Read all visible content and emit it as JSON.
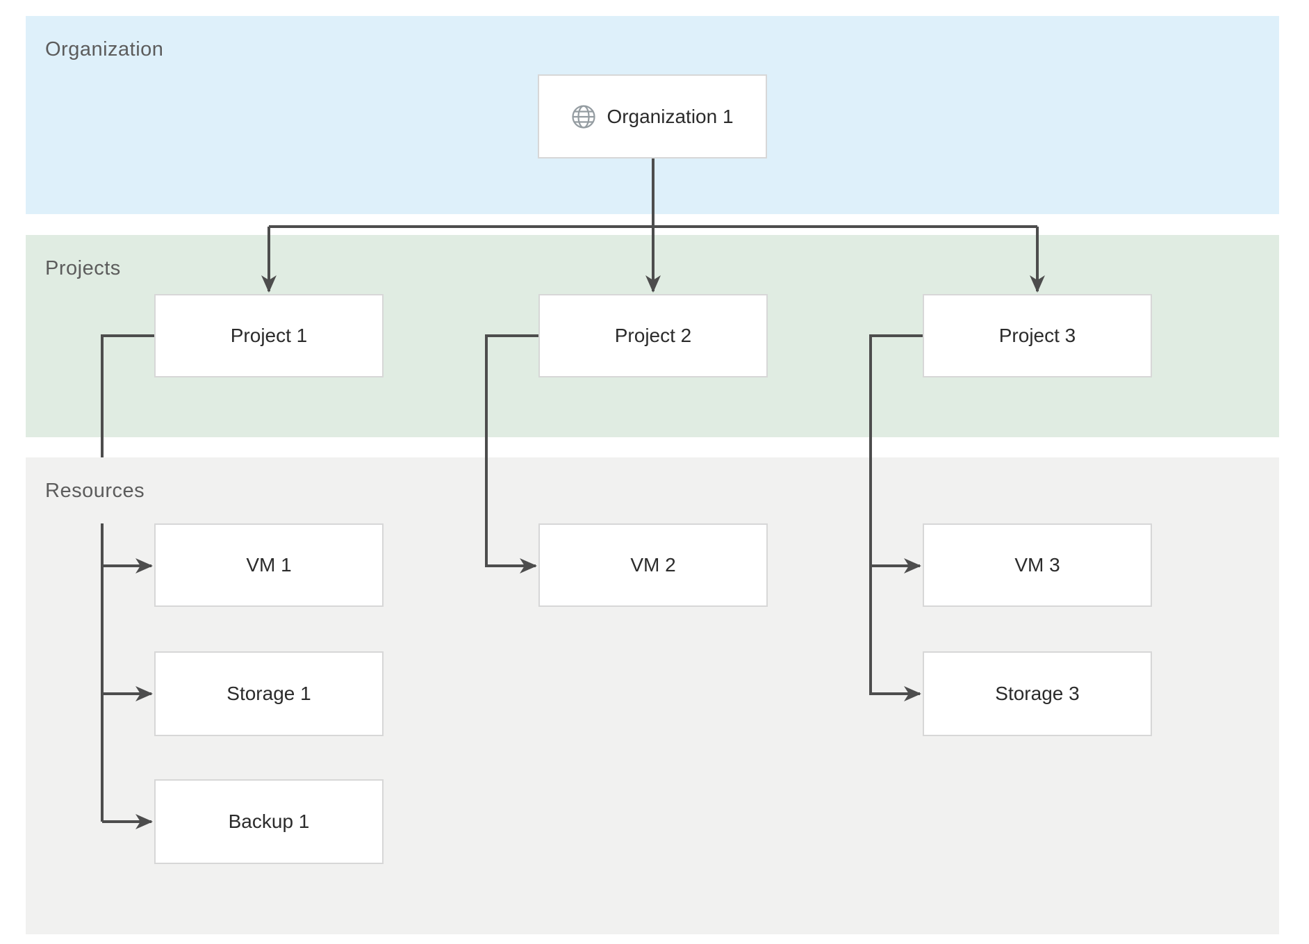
{
  "diagram": {
    "bands": [
      {
        "id": "organization",
        "label": "Organization",
        "color": "#def0fa"
      },
      {
        "id": "projects",
        "label": "Projects",
        "color": "#e0ece2"
      },
      {
        "id": "resources",
        "label": "Resources",
        "color": "#f1f1f0"
      }
    ],
    "nodes": {
      "org1": {
        "label": "Organization 1",
        "icon": "globe-icon",
        "band": "organization"
      },
      "project1": {
        "label": "Project 1",
        "band": "projects"
      },
      "project2": {
        "label": "Project 2",
        "band": "projects"
      },
      "project3": {
        "label": "Project 3",
        "band": "projects"
      },
      "vm1": {
        "label": "VM 1",
        "band": "resources"
      },
      "storage1": {
        "label": "Storage 1",
        "band": "resources"
      },
      "backup1": {
        "label": "Backup 1",
        "band": "resources"
      },
      "vm2": {
        "label": "VM 2",
        "band": "resources"
      },
      "vm3": {
        "label": "VM 3",
        "band": "resources"
      },
      "storage3": {
        "label": "Storage 3",
        "band": "resources"
      }
    },
    "edges": [
      {
        "from": "org1",
        "to": "project1"
      },
      {
        "from": "org1",
        "to": "project2"
      },
      {
        "from": "org1",
        "to": "project3"
      },
      {
        "from": "project1",
        "to": "vm1"
      },
      {
        "from": "project1",
        "to": "storage1"
      },
      {
        "from": "project1",
        "to": "backup1"
      },
      {
        "from": "project2",
        "to": "vm2"
      },
      {
        "from": "project3",
        "to": "vm3"
      },
      {
        "from": "project3",
        "to": "storage3"
      }
    ],
    "colors": {
      "connector": "#4d4d4d",
      "node_border": "#d7d7d7",
      "node_fill": "#ffffff",
      "node_text": "#2b2b2b",
      "band_label_text": "#5c5c5c",
      "globe_icon": "#949ca1"
    }
  }
}
